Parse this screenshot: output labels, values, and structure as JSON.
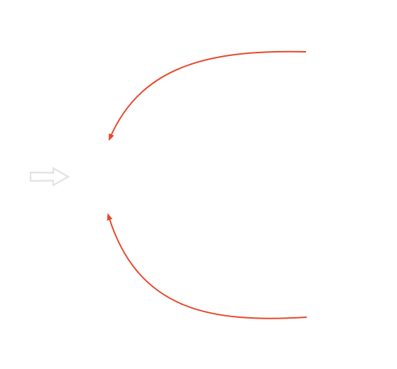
{
  "diagram": {
    "background_color": "#ffffff",
    "arrow_color": "#e8472b",
    "hollow_arrow_color": "#e2e2e2",
    "elements": [
      {
        "name": "hollow-right-arrow-icon",
        "icon": "hollow-right-arrow",
        "direction": "right"
      },
      {
        "name": "upper-curved-arrow",
        "direction": "right-to-lower-left"
      },
      {
        "name": "lower-curved-arrow",
        "direction": "right-to-upper-left"
      }
    ]
  }
}
